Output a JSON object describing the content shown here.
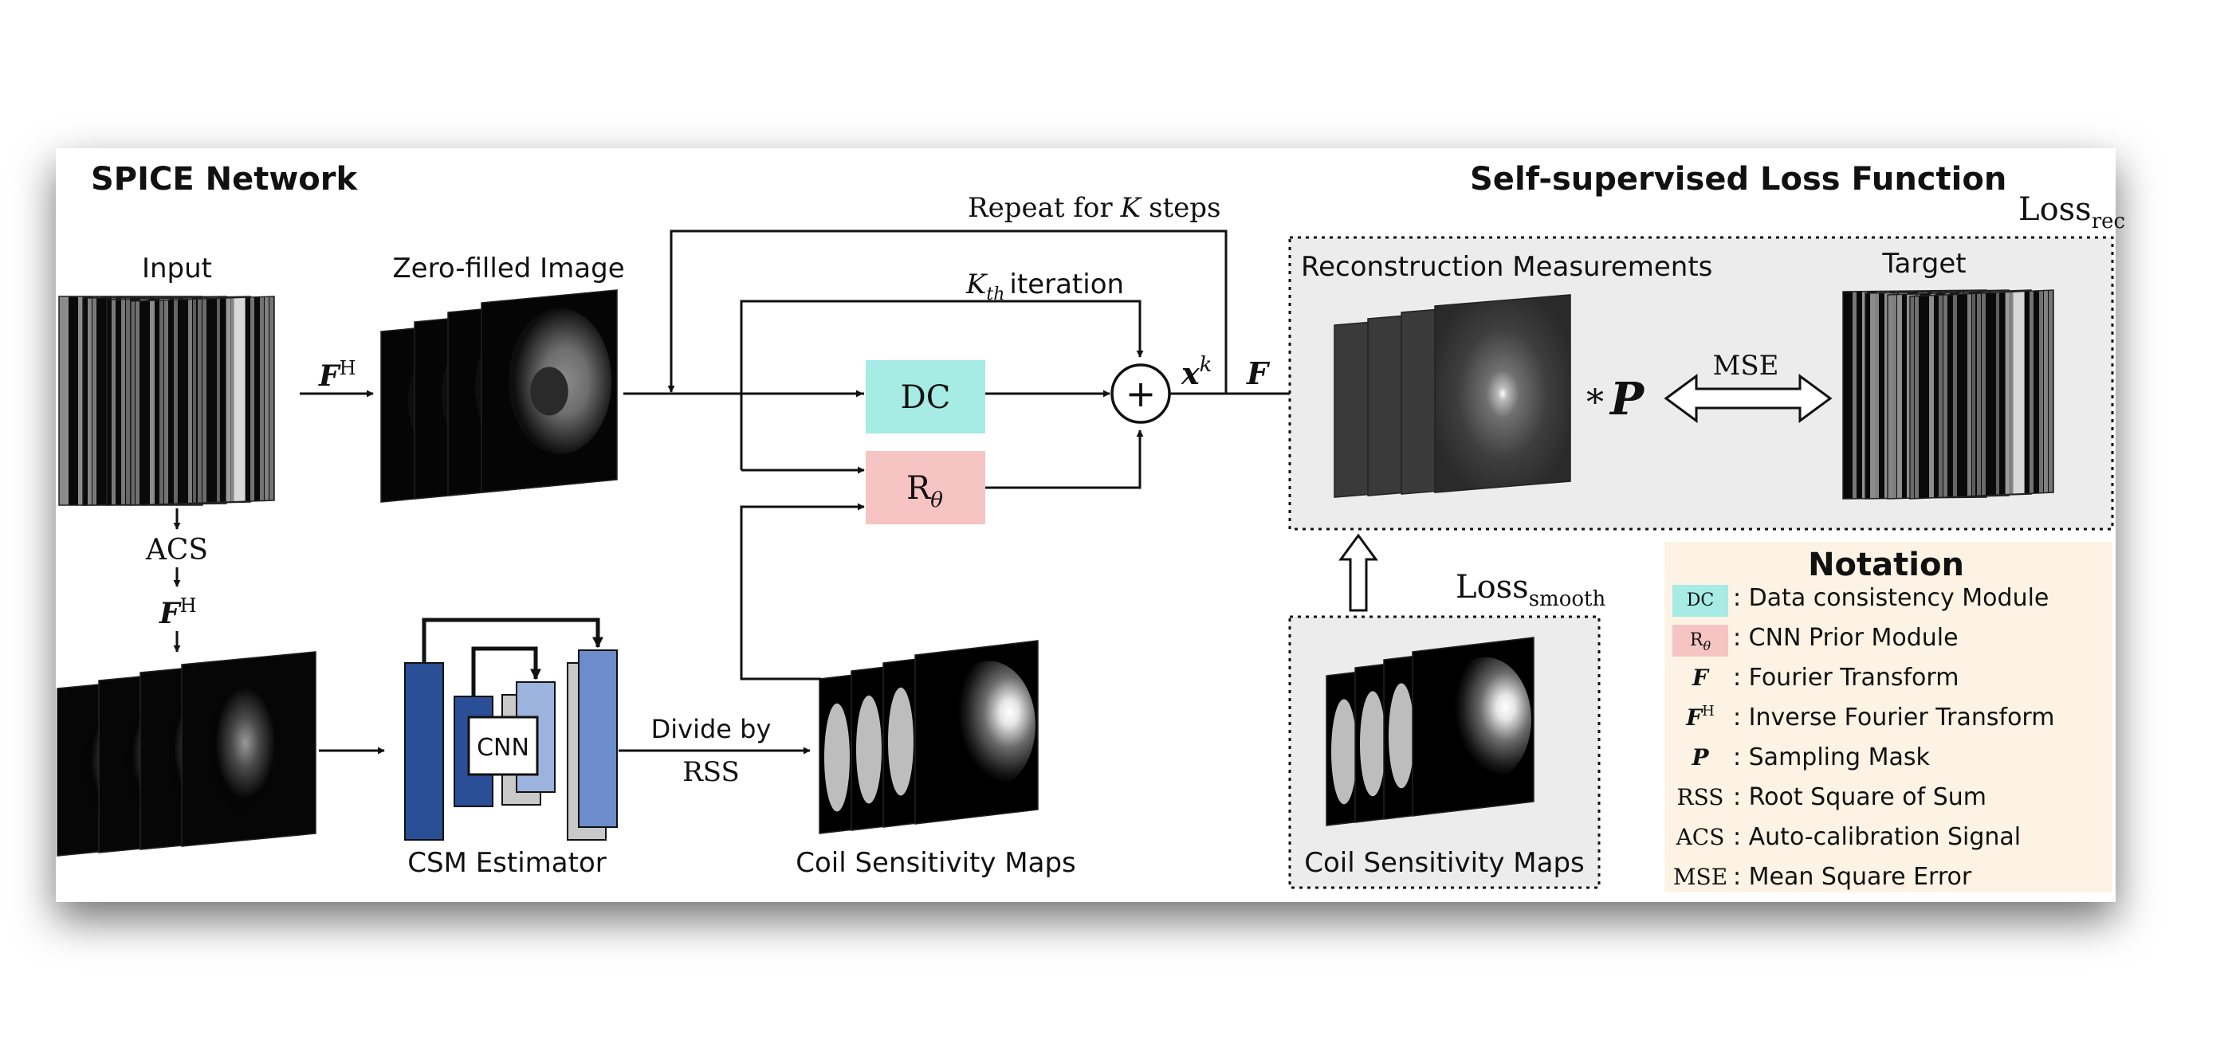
{
  "sections": {
    "spice_network": "SPICE Network",
    "loss_function": "Self-supervised Loss Function"
  },
  "labels": {
    "input": "Input",
    "zero_filled": "Zero-filled Image",
    "acs": "ACS",
    "fh_top": "F",
    "fh_top_sup": "H",
    "fh_bottom": "F",
    "fh_bottom_sup": "H",
    "repeat": "Repeat for",
    "repeat_k": "K",
    "repeat_steps": "steps",
    "kth": "K",
    "kth_sub": "th",
    "kth_iter": "iteration",
    "dc": "DC",
    "r": "R",
    "r_sub": "θ",
    "xk": "x",
    "xk_sup": "k",
    "f_out": "F",
    "recon": "Reconstruction Measurements",
    "target": "Target",
    "loss_rec": "Loss",
    "loss_rec_sub": "rec",
    "mse": "MSE",
    "star_p": "P",
    "loss_smooth": "Loss",
    "loss_smooth_sub": "smooth",
    "coil_maps_bottom": "Coil Sensitivity Maps",
    "coil_maps_right": "Coil Sensitivity Maps",
    "csm_estimator": "CSM Estimator",
    "cnn": "CNN",
    "divide_by": "Divide by",
    "rss": "RSS"
  },
  "notation": {
    "title": "Notation",
    "items": [
      {
        "symbol": "DC",
        "symbol_sub": "",
        "symbol_sup": "",
        "desc": ": Data consistency Module"
      },
      {
        "symbol": "R",
        "symbol_sub": "θ",
        "symbol_sup": "",
        "desc": ": CNN Prior Module"
      },
      {
        "symbol": "F",
        "symbol_sub": "",
        "symbol_sup": "",
        "desc": ": Fourier Transform"
      },
      {
        "symbol": "F",
        "symbol_sub": "",
        "symbol_sup": "H",
        "desc": ": Inverse Fourier Transform"
      },
      {
        "symbol": "P",
        "symbol_sub": "",
        "symbol_sup": "",
        "desc": ": Sampling Mask"
      },
      {
        "symbol": "RSS",
        "symbol_sub": "",
        "symbol_sup": "",
        "desc": ": Root Square of Sum"
      },
      {
        "symbol": "ACS",
        "symbol_sub": "",
        "symbol_sup": "",
        "desc": ": Auto-calibration Signal"
      },
      {
        "symbol": "MSE",
        "symbol_sub": "",
        "symbol_sup": "",
        "desc": ": Mean Square Error"
      }
    ]
  },
  "colors": {
    "dc_fill": "#a6ebe4",
    "r_fill": "#f6c4c3",
    "notation_bg": "#fdf3e4",
    "loss_bg": "#ececec",
    "dark_blue": "#2a4f96",
    "mid_blue": "#6c8ccb",
    "light_blue": "#9cb3dd",
    "gray_block": "#c9c9c9"
  }
}
